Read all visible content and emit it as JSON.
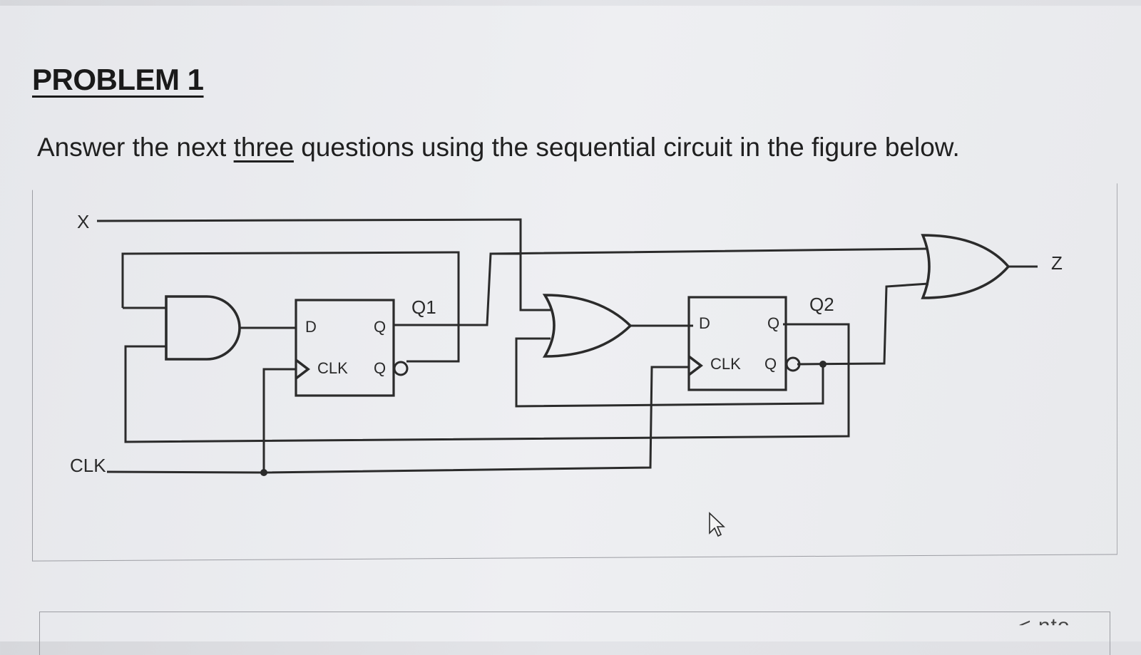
{
  "problem": {
    "title": "PROBLEM 1",
    "instruction_before": "Answer the next ",
    "instruction_emphasis": "three",
    "instruction_after": " questions using the sequential circuit in the figure below."
  },
  "circuit": {
    "input_x": "X",
    "input_clk": "CLK",
    "output_z": "Z",
    "ff1": {
      "state_label": "Q1",
      "d_pin": "D",
      "q_pin": "Q",
      "clk_pin": "CLK",
      "qbar_pin": "Q"
    },
    "ff2": {
      "state_label": "Q2",
      "d_pin": "D",
      "q_pin": "Q",
      "clk_pin": "CLK",
      "qbar_pin": "Q"
    }
  },
  "footer": {
    "partial_text": "< nto"
  },
  "icons": [
    "mouse-cursor-icon"
  ]
}
